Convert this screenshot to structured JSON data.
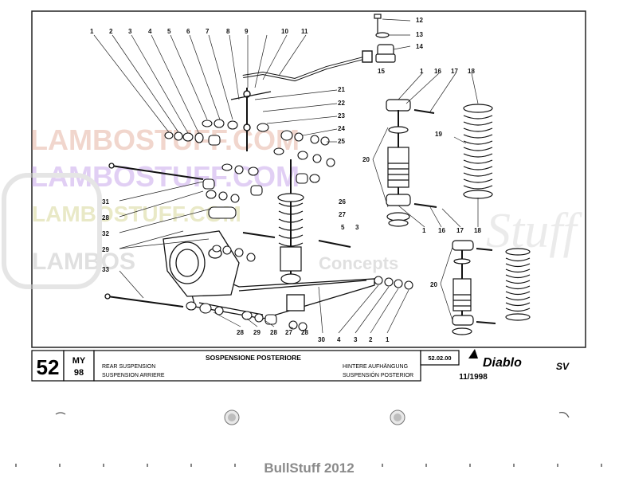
{
  "diagram": {
    "callouts_top": [
      "1",
      "2",
      "3",
      "4",
      "5",
      "6",
      "7",
      "8",
      "9",
      "10",
      "11"
    ],
    "callouts_right_column": [
      "21",
      "22",
      "23",
      "24",
      "25"
    ],
    "callouts_left_column": [
      "31",
      "28",
      "32",
      "29",
      "33"
    ],
    "callouts_bottom": [
      "28",
      "29",
      "28",
      "27",
      "28",
      "30",
      "4",
      "3",
      "2",
      "1"
    ],
    "callouts_mid": [
      "26",
      "27",
      "5",
      "3",
      "20"
    ],
    "callouts_top_right": [
      "12",
      "13",
      "14",
      "15"
    ],
    "callouts_damper_top": [
      "1",
      "16",
      "17",
      "18",
      "19"
    ],
    "callouts_damper_bottom": [
      "1",
      "16",
      "17",
      "18"
    ],
    "callouts_lower_right": [
      "20"
    ]
  },
  "watermarks": {
    "line1": "LAMBOSTUFF.COM",
    "line2": "LAMBOSTUFF.COM",
    "line3": "LAMBOSTUFF.COM",
    "line4": "LAMBOS",
    "line5": "Concepts",
    "brand": "Stuff"
  },
  "title_block": {
    "page_number": "52",
    "my_label": "MY",
    "model_year": "98",
    "title_it": "SOSPENSIONE POSTERIORE",
    "title_en": "REAR SUSPENSION",
    "title_fr": "SUSPENSION ARRIERE",
    "title_de": "HINTERE AUFHÄNGUNG",
    "title_es": "SUSPENSIÓN POSTERIOR",
    "code": "52.02.00",
    "date": "11/1998",
    "logo_text": "Diablo",
    "logo_sub": "SV"
  },
  "footer": {
    "credit": "BullStuff 2012"
  }
}
